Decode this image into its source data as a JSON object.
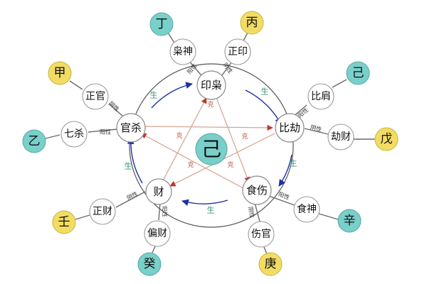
{
  "center": {
    "label": "己"
  },
  "main_nodes": {
    "yin_xiao": "印枭",
    "bi_jie": "比劫",
    "shi_shang": "食伤",
    "cai": "财",
    "guan_sha": "官杀"
  },
  "sub_nodes": {
    "xiao_shen": "枭神",
    "zheng_yin": "正印",
    "bi_jian": "比肩",
    "jie_cai": "劫财",
    "shi_shen": "食神",
    "shang_guan": "伤官",
    "zheng_cai": "正财",
    "pian_cai": "偏财",
    "qi_sha": "七杀",
    "zheng_guan": "正官"
  },
  "stems": {
    "ding": "丁",
    "bing": "丙",
    "ji": "己",
    "wu": "戊",
    "xin": "辛",
    "geng": "庚",
    "gui": "癸",
    "ren": "壬",
    "yi": "乙",
    "jia": "甲"
  },
  "cycle_labels": {
    "sheng": "生",
    "ke": "克",
    "yin": "阴性",
    "yang": "阳性"
  },
  "colors": {
    "teal_stem": "#79cfc9",
    "yellow_stem": "#f2dc63",
    "sheng_arrow": "#1f2fa8",
    "ke_arrow": "#c0392b"
  }
}
